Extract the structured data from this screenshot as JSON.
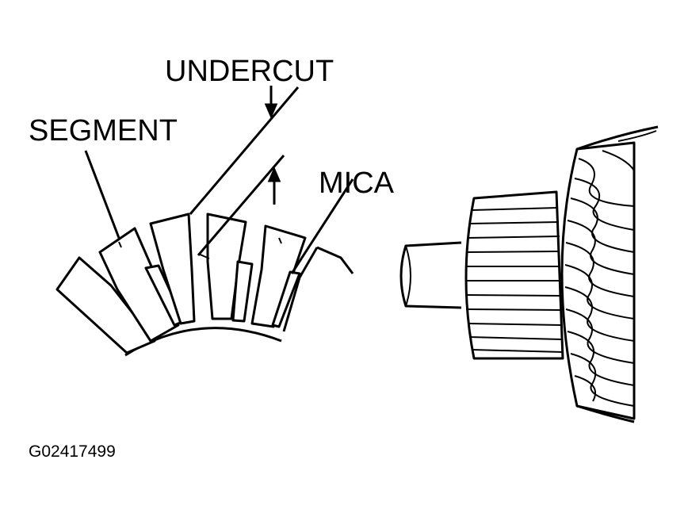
{
  "labels": {
    "undercut": "UNDERCUT",
    "segment": "SEGMENT",
    "mica": "MICA",
    "figure_id": "G02417499"
  },
  "colors": {
    "ink": "#000000",
    "paper": "#ffffff"
  }
}
